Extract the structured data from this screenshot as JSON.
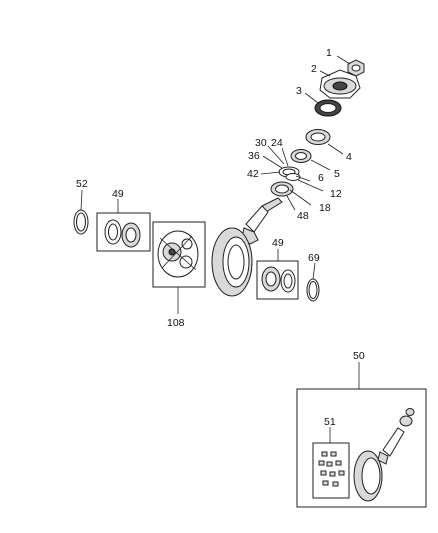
{
  "callouts": {
    "c1": "1",
    "c2": "2",
    "c3": "3",
    "c4": "4",
    "c5": "5",
    "c6": "6",
    "c12": "12",
    "c18": "18",
    "c24": "24",
    "c30": "30",
    "c36": "36",
    "c42": "42",
    "c48": "48",
    "c49a": "49",
    "c49b": "49",
    "c50": "50",
    "c51": "51",
    "c52": "52",
    "c69": "69",
    "c108": "108"
  }
}
